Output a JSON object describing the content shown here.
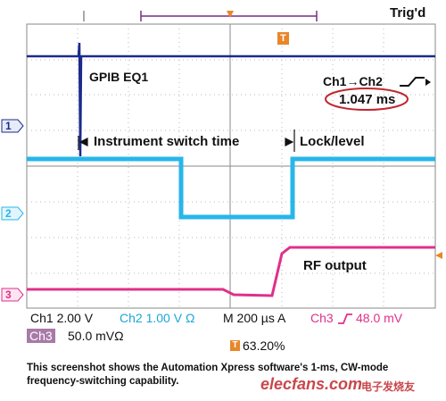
{
  "header": {
    "trig_status": "Trig'd",
    "trigger_marker": "T"
  },
  "annotations": {
    "gpib": "GPIB EQ1",
    "measurement_label": "Ch1→Ch2",
    "measurement_value": "1.047 ms",
    "switch_time": "Instrument switch time",
    "lock_level": "Lock/level",
    "rf_output": "RF output"
  },
  "channel_markers": {
    "ch1": "1",
    "ch2": "2",
    "ch3": "3"
  },
  "readout": {
    "ch1": "Ch1  2.00 V",
    "ch2": "Ch2  1.00 V Ω",
    "timebase": "M 200 µs A",
    "trigger": "Ch3",
    "trigger_level": "48.0 mV",
    "ch3_badge": "Ch3",
    "ch3_scale": "50.0 mVΩ",
    "trigger_pos": "63.20%"
  },
  "caption": "This screenshot shows the Automation Xpress software's 1-ms, CW-mode frequency-switching capability.",
  "watermark": {
    "brand": "elecfans.com",
    "cn": "电子发烧友"
  },
  "colors": {
    "ch1": "#1b2a8c",
    "ch2": "#27b6ea",
    "ch3": "#e0308a",
    "grid": "#9a9a9a",
    "accent": "#7a2a8c"
  }
}
